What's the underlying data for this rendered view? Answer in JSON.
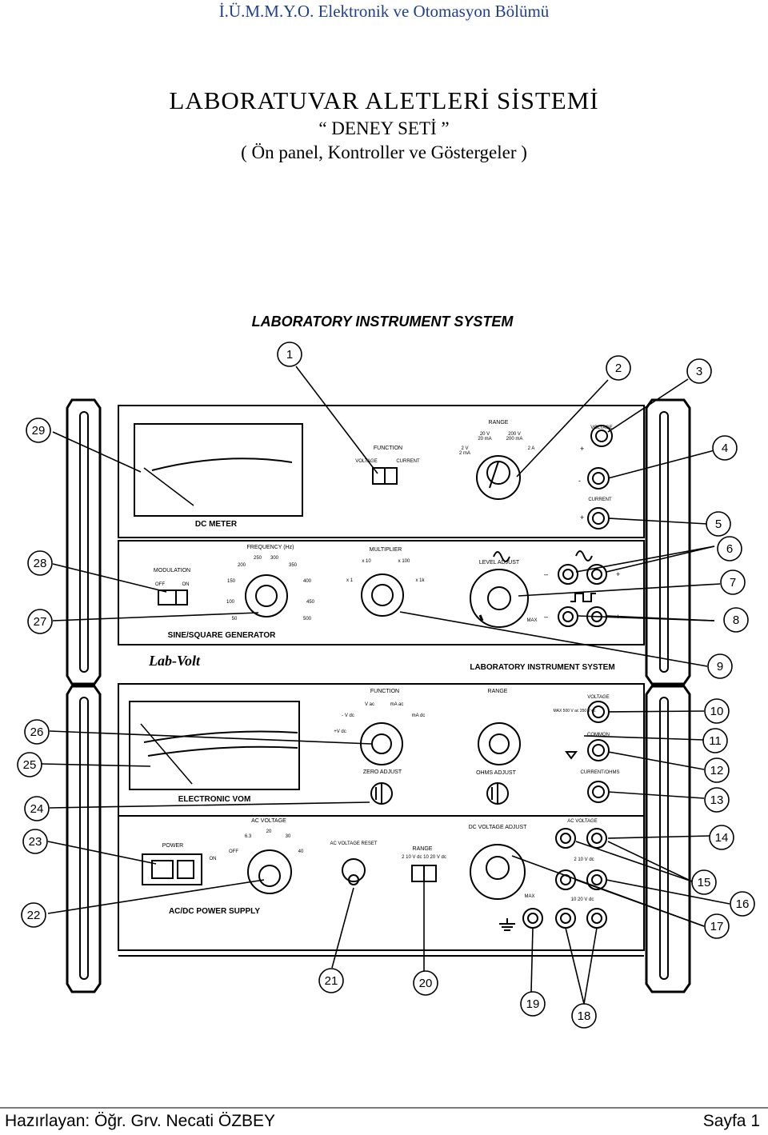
{
  "header": {
    "text": "İ.Ü.M.M.Y.O. Elektronik ve Otomasyon Bölümü"
  },
  "title": {
    "line1": "LABORATUVAR   ALETLERİ   SİSTEMİ",
    "line2": "“ DENEY SETİ ”",
    "line3": "( Ön panel, Kontroller ve Göstergeler )"
  },
  "diagram": {
    "heading": "LABORATORY INSTRUMENT SYSTEM",
    "brand": "Lab-Volt",
    "labels": {
      "dc_meter": "DC METER",
      "function": "FUNCTION",
      "voltage": "VOLTAGE",
      "current": "CURRENT",
      "range": "RANGE",
      "r20v": "20 V",
      "r20ma": "20 mA",
      "r200v": "200 V",
      "r200ma": "200 mA",
      "r2v": "2 V",
      "r2ma": "2 mA",
      "r2a": "2 A",
      "voltage_jack": "VOLTAGE",
      "current_jack": "CURRENT",
      "modulation": "MODULATION",
      "off": "OFF",
      "on": "ON",
      "frequency": "FREQUENCY (Hz)",
      "f50": "50",
      "f100": "100",
      "f150": "150",
      "f200": "200",
      "f250": "250",
      "f300": "300",
      "f350": "350",
      "f400": "400",
      "f450": "450",
      "f500": "500",
      "multiplier": "MULTIPLIER",
      "m1": "x 1",
      "m10": "x 10",
      "m100": "x 100",
      "m1k": "x 1k",
      "level_adjust": "LEVEL ADJUST",
      "max": "MAX",
      "sine_square": "SINE/SQUARE GENERATOR",
      "lis2": "LABORATORY INSTRUMENT SYSTEM",
      "vom_function": "FUNCTION",
      "vac": "V ac",
      "maac": "mA ac",
      "vdc_minus": "- V dc",
      "madc": "mA dc",
      "vdc_plus": "+V dc",
      "zero_adjust": "ZERO ADJUST",
      "vom_range": "RANGE",
      "ohms_adjust": "OHMS ADJUST",
      "vom_voltage": "VOLTAGE",
      "max_ratings": "MAX 500 V ac 350 V dc",
      "common": "COMMON",
      "current_ohms": "CURRENT/OHMS",
      "electronic_vom": "ELECTRONIC VOM",
      "power": "POWER",
      "ps_on": "ON",
      "ps_off": "OFF",
      "ac_voltage": "AC VOLTAGE",
      "a63": "6.3",
      "a20": "20",
      "a30": "30",
      "a40": "40",
      "ac_voltage_reset": "AC VOLTAGE RESET",
      "ps_range": "RANGE",
      "ps_range_vals": "2 10 V dc   10 20 V dc",
      "dc_voltage_adjust": "DC VOLTAGE ADJUST",
      "ps_max": "MAX",
      "ac_voltage_jacks": "AC VOLTAGE",
      "j210": "2 10 V dc",
      "j1020": "10 20 V dc",
      "ac_dc_ps": "AC/DC POWER SUPPLY"
    },
    "callouts": [
      "1",
      "2",
      "3",
      "4",
      "5",
      "6",
      "7",
      "8",
      "9",
      "10",
      "11",
      "12",
      "13",
      "14",
      "15",
      "16",
      "17",
      "18",
      "19",
      "20",
      "21",
      "22",
      "23",
      "24",
      "25",
      "26",
      "27",
      "28",
      "29"
    ]
  },
  "footer": {
    "left": "Hazırlayan: Öğr. Grv. Necati ÖZBEY",
    "right": "Sayfa 1"
  }
}
